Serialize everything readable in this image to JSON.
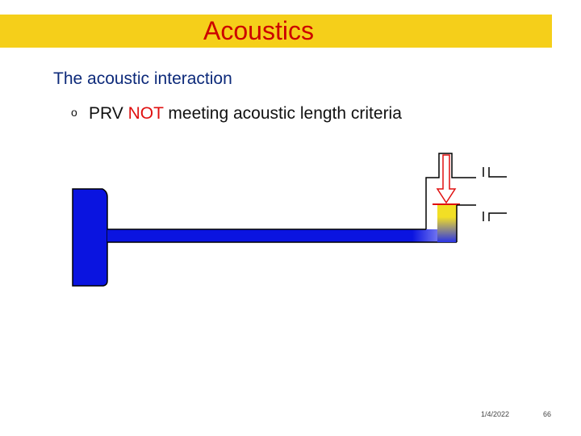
{
  "title": "Acoustics",
  "heading": "The acoustic interaction",
  "bullet": {
    "marker": "o",
    "text_before": "PRV ",
    "highlight": "NOT",
    "text_after": " meeting acoustic length criteria"
  },
  "footer": {
    "date": "1/4/2022",
    "page": "66"
  },
  "colors": {
    "title_bar": "#f5cf1a",
    "title_text": "#cc0000",
    "heading_text": "#0d2a7a",
    "highlight_text": "#e01010",
    "pipe_blue": "#0a14e0",
    "valve_yellow": "#f2df25",
    "arrow_red": "#e01010"
  }
}
